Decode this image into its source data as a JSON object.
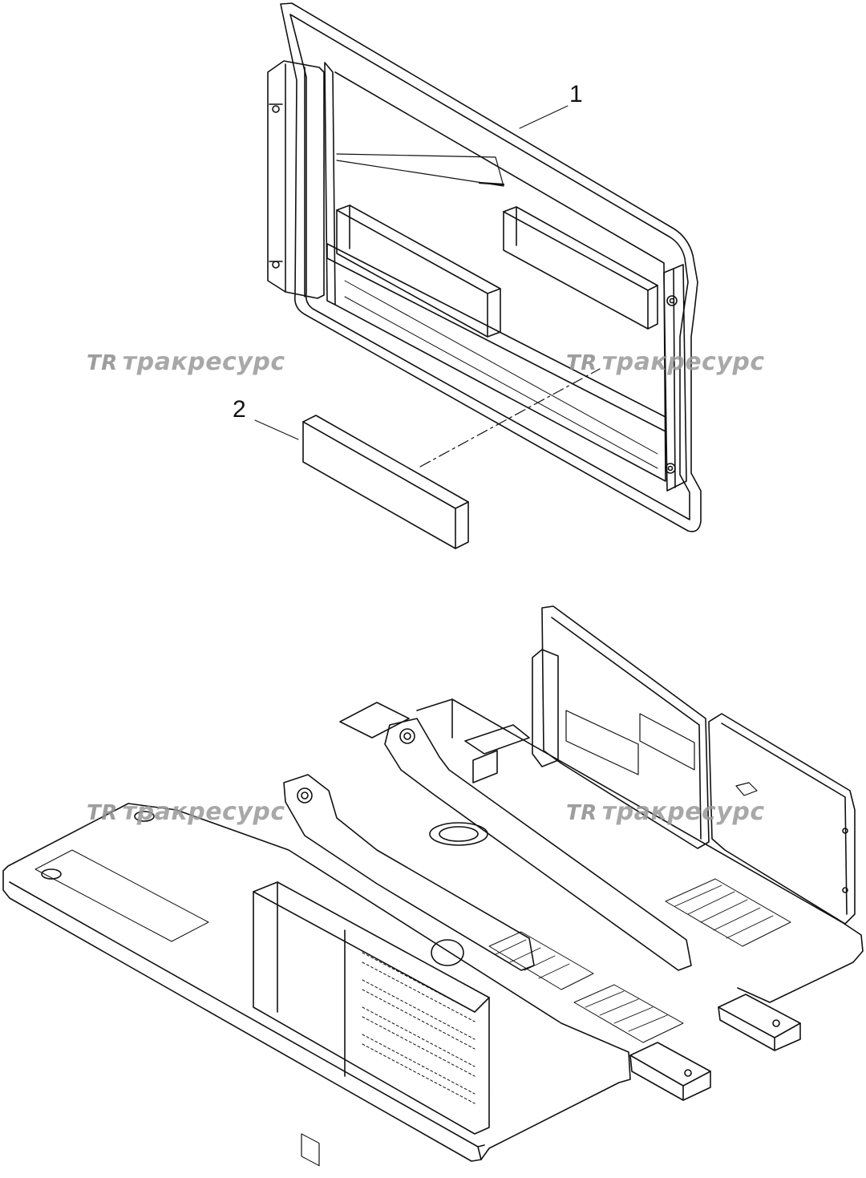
{
  "callouts": {
    "part_1": "1",
    "part_2": "2"
  },
  "watermark": {
    "mark": "TR",
    "text": "тракресурс"
  },
  "colors": {
    "line": "#111111",
    "watermark": "#9a9a9a",
    "background": "#ffffff"
  }
}
